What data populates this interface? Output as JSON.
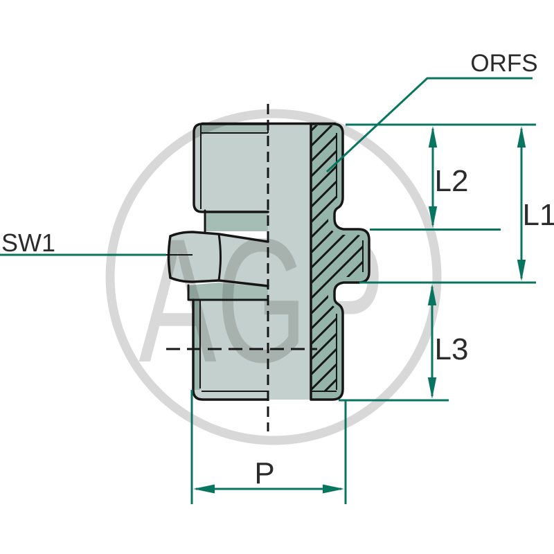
{
  "drawing": {
    "type": "technical-cross-section",
    "callouts": {
      "orfs": "ORFS",
      "sw1": "SW1",
      "l1": "L1",
      "l2": "L2",
      "l3": "L3",
      "p": "P"
    },
    "watermark_text": "AGP",
    "colors": {
      "dimension_teal": "#087560",
      "body_light": "#c4d0cd",
      "body_medium": "#a6bdb5",
      "edge_strip": "#9db7ae",
      "section_fill": "#95b4aa",
      "outline_black": "#161616",
      "watermark_gray": "#d9d9d9",
      "background": "#ffffff"
    }
  }
}
